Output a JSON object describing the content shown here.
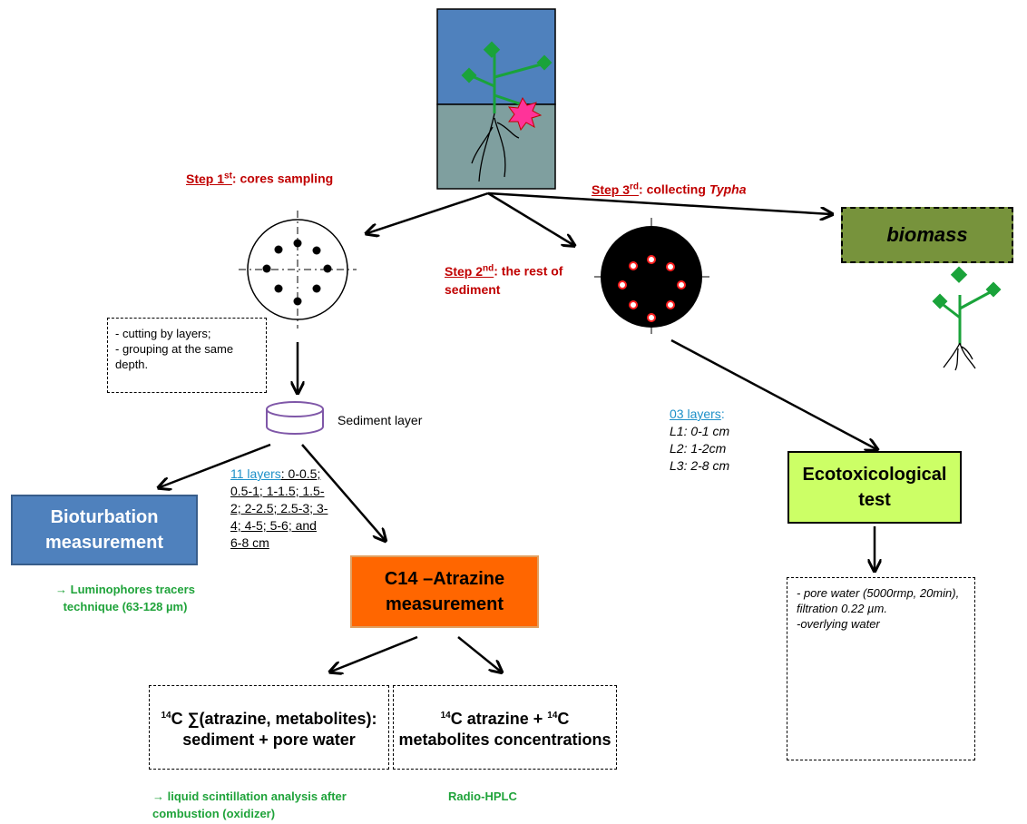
{
  "steps": {
    "step1": {
      "label": "Step 1",
      "sup": "st",
      "text": ": cores sampling"
    },
    "step2": {
      "label": "Step 2",
      "sup": "nd",
      "text": ": the rest of sediment"
    },
    "step3": {
      "label": "Step 3",
      "sup": "rd",
      "text": ": collecting ",
      "italic": "Typha"
    }
  },
  "biomass": {
    "label": "biomass",
    "fill": "#77933c"
  },
  "cutting_note": {
    "line1": "- cutting by layers;",
    "line2": "- grouping at the same depth."
  },
  "sediment_layer": {
    "label": "Sediment layer"
  },
  "layers11": {
    "heading": "11 layers",
    "text": ": 0-0.5; 0.5-1; 1-1.5; 1.5-2; 2-2.5; 2.5-3; 3-4; 4-5; 5-6; and 6-8 cm"
  },
  "bioturbation": {
    "title": "Bioturbation measurement",
    "fill": "#4f81bd",
    "method": "Luminophores tracers technique (63-128 µm)"
  },
  "c14": {
    "title": "C14 –Atrazine measurement",
    "fill": "#ff6600"
  },
  "result_left": {
    "iso": "14",
    "text": "C ∑(atrazine, metabolites): sediment + pore water",
    "method": "liquid scintillation analysis after combustion (oxidizer)"
  },
  "result_right": {
    "iso1": "14",
    "text1": "C atrazine + ",
    "iso2": "14",
    "text2": "C metabolites concentrations",
    "method": "Radio-HPLC"
  },
  "layers03": {
    "heading": "03 layers",
    "colon": ":",
    "l1": "L1: 0-1 cm",
    "l2": "L2: 1-2cm",
    "l3": "L3: 2-8 cm"
  },
  "ecotox": {
    "title": "Ecotoxicological test",
    "fill": "#ccff66"
  },
  "porewater_note": {
    "line1": "- pore water (5000rmp, 20min), filtration 0.22 µm.",
    "line2": "-overlying water"
  },
  "colors": {
    "step_red": "#c00000",
    "method_green": "#1fa33a",
    "water": "#4f81bd",
    "sediment": "#7f9f9f",
    "plant": "#1aa33a"
  }
}
